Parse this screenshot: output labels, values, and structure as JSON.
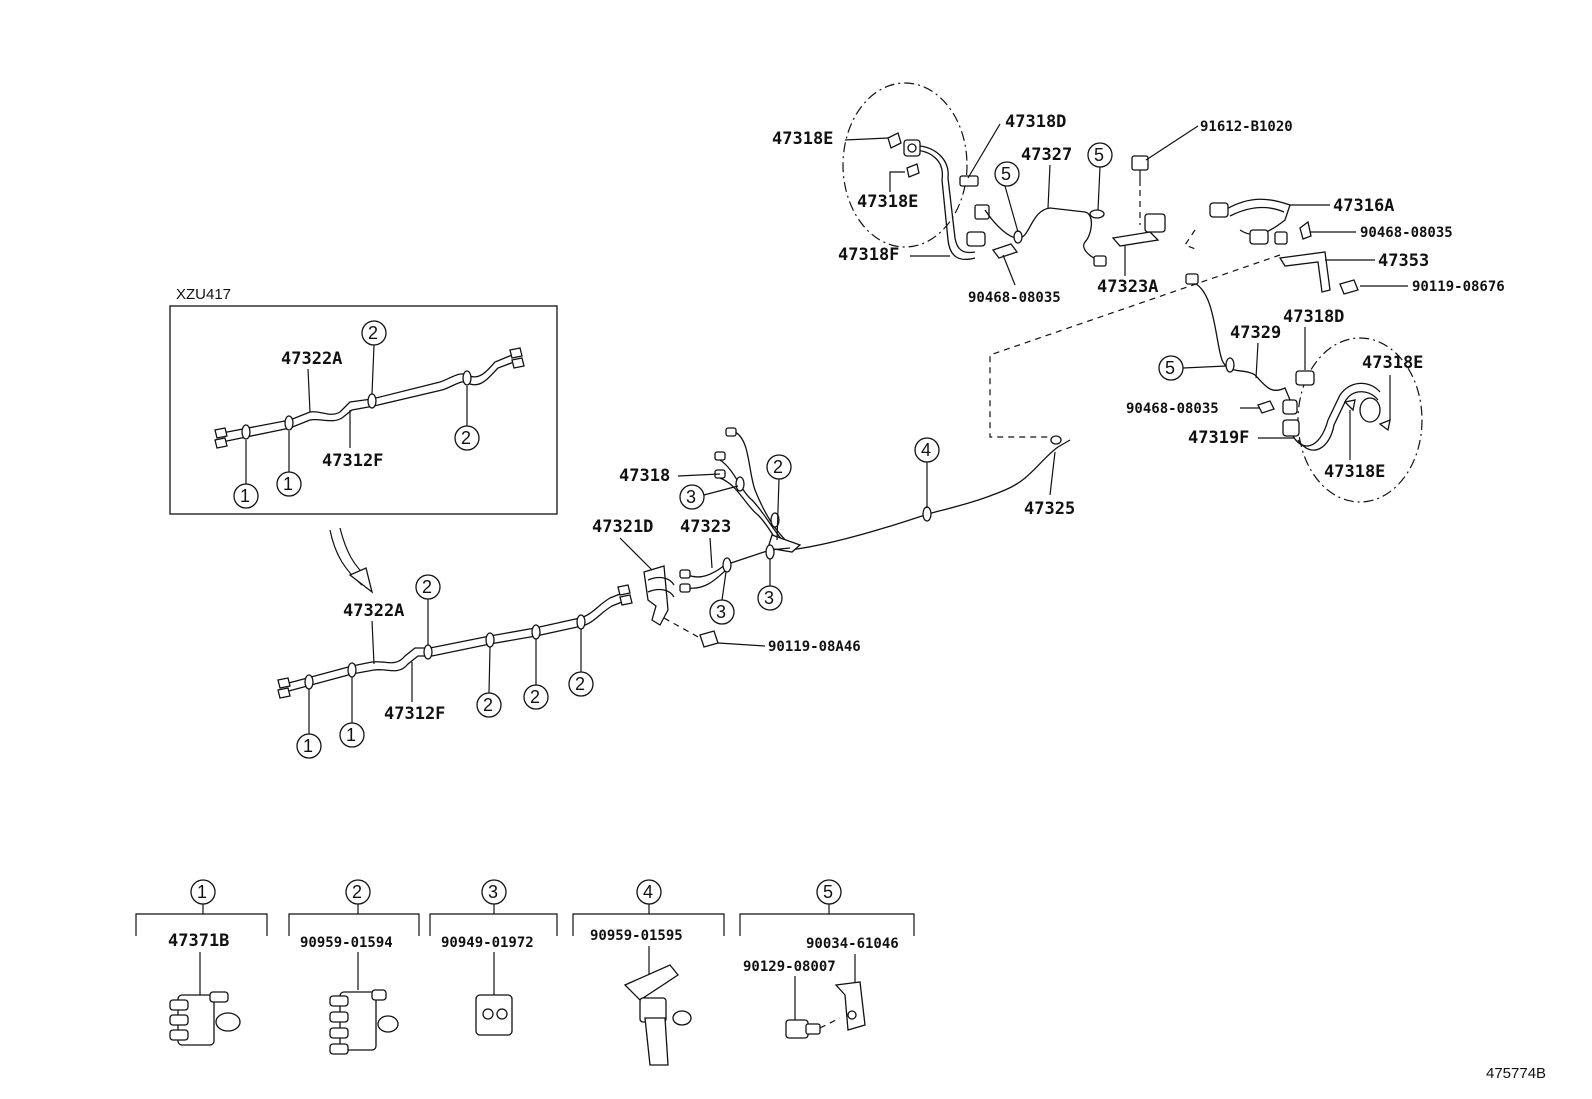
{
  "variant_label": "XZU417",
  "diagram_ref": "475774B",
  "labels": {
    "p47318E_a": "47318E",
    "p47318D_a": "47318D",
    "p47327": "47327",
    "p91612": "91612-B1020",
    "p47318E_b": "47318E",
    "p47318F": "47318F",
    "p90468_a": "90468-08035",
    "p47323A": "47323A",
    "p47316A": "47316A",
    "p90468_b": "90468-08035",
    "p47353": "47353",
    "p90119_a": "90119-08676",
    "p47318D_b": "47318D",
    "p47329": "47329",
    "p47318E_c": "47318E",
    "p90468_c": "90468-08035",
    "p47319F": "47319F",
    "p47318E_d": "47318E",
    "p47325": "47325",
    "p47318": "47318",
    "p47321D": "47321D",
    "p47323": "47323",
    "p90119_b": "90119-08A46",
    "p47322A_inset": "47322A",
    "p47312F_inset": "47312F",
    "p47322A_main": "47322A",
    "p47312F_main": "47312F"
  },
  "callouts": {
    "c1": "1",
    "c2": "2",
    "c3": "3",
    "c4": "4",
    "c5": "5"
  },
  "legend": [
    {
      "num": "1",
      "parts": [
        "47371B"
      ]
    },
    {
      "num": "2",
      "parts": [
        "90959-01594"
      ]
    },
    {
      "num": "3",
      "parts": [
        "90949-01972"
      ]
    },
    {
      "num": "4",
      "parts": [
        "90959-01595"
      ]
    },
    {
      "num": "5",
      "parts": [
        "90034-61046",
        "90129-08007"
      ]
    }
  ]
}
